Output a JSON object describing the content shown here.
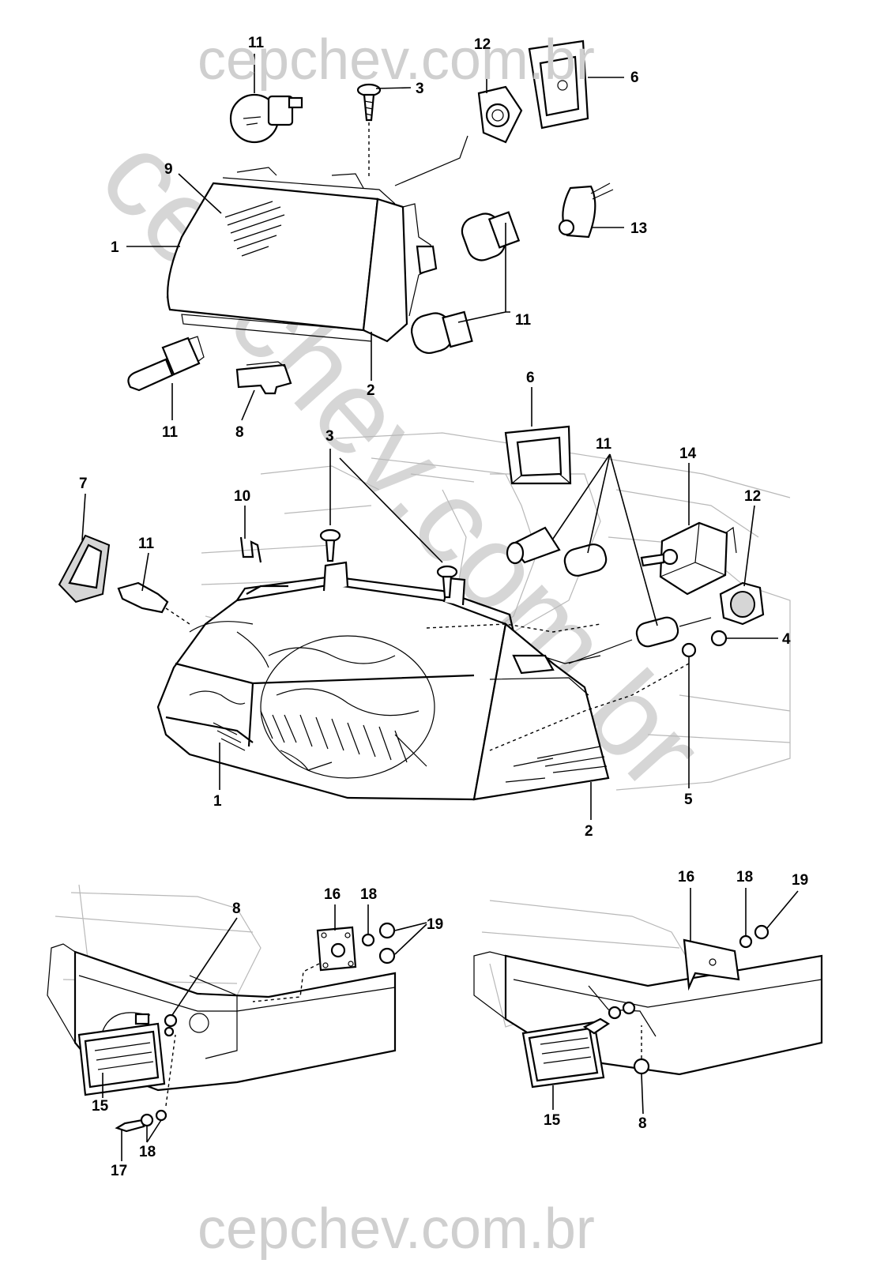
{
  "watermark": {
    "top": "cepchev.com.br",
    "bottom": "cepchev.com.br",
    "diagonal": "cepchev.com.br"
  },
  "callouts": [
    {
      "id": "c11a",
      "label": "11"
    },
    {
      "id": "c3a",
      "label": "3"
    },
    {
      "id": "c12a",
      "label": "12"
    },
    {
      "id": "c6a",
      "label": "6"
    },
    {
      "id": "c9",
      "label": "9"
    },
    {
      "id": "c1a",
      "label": "1"
    },
    {
      "id": "c13",
      "label": "13"
    },
    {
      "id": "c11b",
      "label": "11"
    },
    {
      "id": "c11c",
      "label": "11"
    },
    {
      "id": "c8a",
      "label": "8"
    },
    {
      "id": "c2a",
      "label": "2"
    },
    {
      "id": "c6b",
      "label": "6"
    },
    {
      "id": "c3b",
      "label": "3"
    },
    {
      "id": "c11d",
      "label": "11"
    },
    {
      "id": "c14",
      "label": "14"
    },
    {
      "id": "c10",
      "label": "10"
    },
    {
      "id": "c12b",
      "label": "12"
    },
    {
      "id": "c7",
      "label": "7"
    },
    {
      "id": "c11e",
      "label": "11"
    },
    {
      "id": "c4",
      "label": "4"
    },
    {
      "id": "c5",
      "label": "5"
    },
    {
      "id": "c1b",
      "label": "1"
    },
    {
      "id": "c2b",
      "label": "2"
    },
    {
      "id": "c8b",
      "label": "8"
    },
    {
      "id": "c16a",
      "label": "16"
    },
    {
      "id": "c18a",
      "label": "18"
    },
    {
      "id": "c19a",
      "label": "19"
    },
    {
      "id": "c15a",
      "label": "15"
    },
    {
      "id": "c17",
      "label": "17"
    },
    {
      "id": "c18b",
      "label": "18"
    },
    {
      "id": "c16b",
      "label": "16"
    },
    {
      "id": "c18c",
      "label": "18"
    },
    {
      "id": "c19b",
      "label": "19"
    },
    {
      "id": "c15b",
      "label": "15"
    },
    {
      "id": "c8c",
      "label": "8"
    }
  ]
}
